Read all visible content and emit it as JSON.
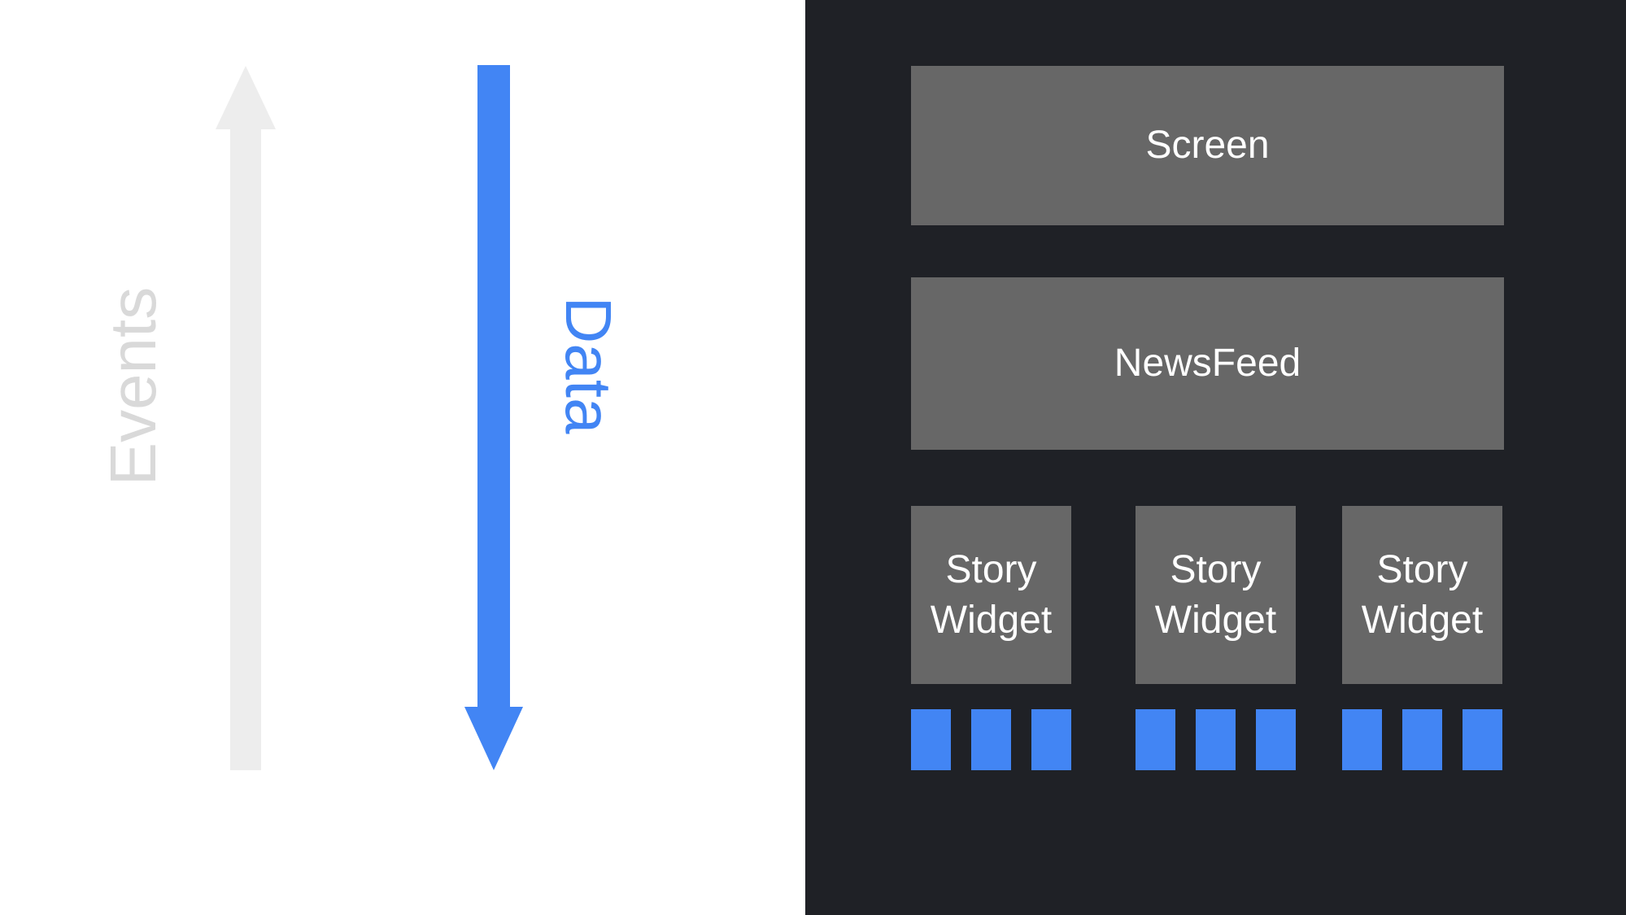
{
  "diagram": {
    "title": "declarative-ui-flow",
    "left_panel": {
      "events_label": "Events",
      "events_direction": "up",
      "data_label": "Data",
      "data_direction": "down"
    },
    "right_panel": {
      "screen_label": "Screen",
      "newsfeed_label": "NewsFeed",
      "story_widgets": [
        {
          "label": "Story Widget",
          "data_squares": 3
        },
        {
          "label": "Story Widget",
          "data_squares": 3
        },
        {
          "label": "Story Widget",
          "data_squares": 3
        }
      ]
    },
    "colors": {
      "accent_blue": "#4285f4",
      "panel_dark": "#1f2126",
      "box_gray": "#676767",
      "arrow_light_gray": "#ededed",
      "events_text_gray": "#d9d9d9",
      "box_text_white": "#ffffff",
      "left_background": "#ffffff"
    }
  }
}
